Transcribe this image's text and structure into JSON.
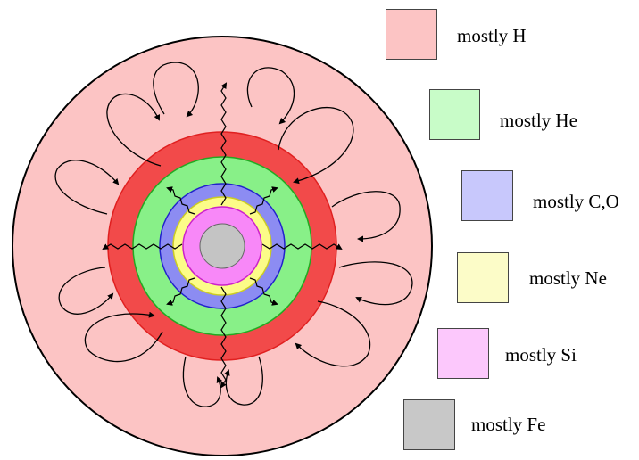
{
  "legend": [
    {
      "label": "mostly H",
      "color": "#fcc4c4"
    },
    {
      "label": "mostly He",
      "color": "#c8fcc8"
    },
    {
      "label": "mostly C,O",
      "color": "#c8c8fc"
    },
    {
      "label": "mostly Ne",
      "color": "#fcfcc8"
    },
    {
      "label": "mostly Si",
      "color": "#fcc8fc"
    },
    {
      "label": "mostly Fe",
      "color": "#c8c8c8"
    }
  ],
  "shells": [
    {
      "name": "H envelope",
      "fill": "#fcc4c4",
      "stroke": "#000000"
    },
    {
      "name": "H shell",
      "fill": "#f24a4a",
      "stroke": "#e02020"
    },
    {
      "name": "He shell",
      "fill": "#88f088",
      "stroke": "#22aa22"
    },
    {
      "name": "C,O shell",
      "fill": "#8c8cf2",
      "stroke": "#2222cc"
    },
    {
      "name": "Ne shell",
      "fill": "#fcfc88",
      "stroke": "#cccc22"
    },
    {
      "name": "Si shell",
      "fill": "#f888f8",
      "stroke": "#cc22cc"
    },
    {
      "name": "Fe core",
      "fill": "#c4c4c4",
      "stroke": "#666666"
    }
  ]
}
